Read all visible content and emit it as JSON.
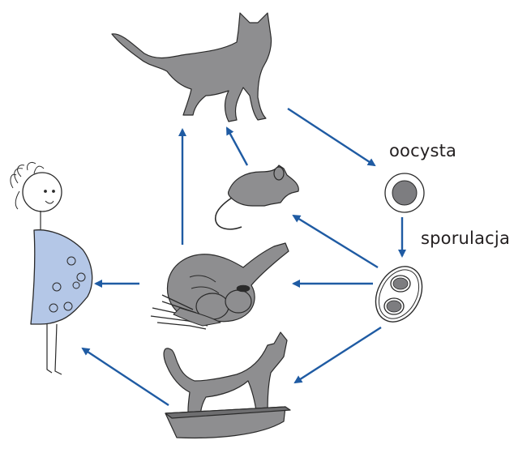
{
  "labels": {
    "oocyst": "oocysta",
    "sporulation": "sporulacja"
  },
  "colors": {
    "arrow": "#1f5ba3",
    "animal_fill": "#8e8e90",
    "animal_stroke": "#2a2a2a",
    "dress": "#b4c7e7",
    "oocyst_fill": "#7d7d80"
  },
  "nodes": [
    {
      "id": "cat-top",
      "icon": "standing-cat-icon"
    },
    {
      "id": "oocyst",
      "icon": "oocyst-icon"
    },
    {
      "id": "sporulated-oocyst",
      "icon": "sporulated-oocyst-icon"
    },
    {
      "id": "mouse",
      "icon": "mouse-icon"
    },
    {
      "id": "poultry",
      "icon": "raw-poultry-icon"
    },
    {
      "id": "litter-cat",
      "icon": "cat-litter-box-icon"
    },
    {
      "id": "pregnant-woman",
      "icon": "pregnant-woman-icon"
    }
  ],
  "edges": [
    {
      "from": "cat-top",
      "to": "oocyst"
    },
    {
      "from": "oocyst",
      "to": "sporulated-oocyst",
      "label_key": "sporulation"
    },
    {
      "from": "sporulated-oocyst",
      "to": "mouse"
    },
    {
      "from": "sporulated-oocyst",
      "to": "poultry"
    },
    {
      "from": "sporulated-oocyst",
      "to": "litter-cat"
    },
    {
      "from": "mouse",
      "to": "cat-top"
    },
    {
      "from": "poultry",
      "to": "cat-top"
    },
    {
      "from": "poultry",
      "to": "pregnant-woman"
    },
    {
      "from": "litter-cat",
      "to": "pregnant-woman"
    }
  ]
}
